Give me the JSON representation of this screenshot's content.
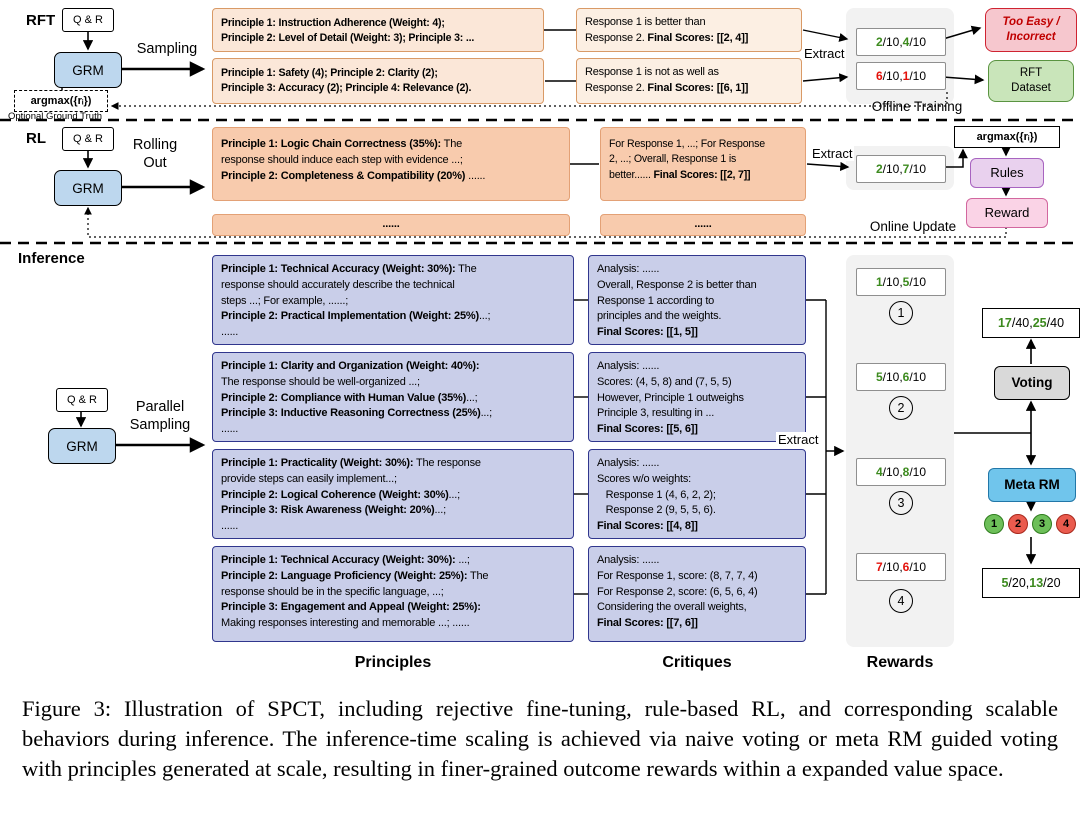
{
  "colors": {
    "green": "#3c8a1e",
    "red": "#e3120b"
  },
  "rft": {
    "label": "RFT",
    "qr_label": "Q & R",
    "grm_label": "GRM",
    "argmax_label": "argmax({rᵢ})",
    "optional_ground_truth": "Optional Ground Truth",
    "sampling_label": "Sampling",
    "extract_label": "Extract",
    "offline_training_label": "Offline Training",
    "principles": [
      {
        "segments": [
          {
            "t": "Principle 1: Instruction Adherence (Weight: 4);\nPrinciple 2: Level of Detail (Weight: 3); Principle 3: ...",
            "b": true
          }
        ]
      },
      {
        "segments": [
          {
            "t": "Principle 1: Safety (4); Principle 2: Clarity (2);\nPrinciple 3: Accuracy (2); Principle 4: Relevance (2).",
            "b": true
          }
        ]
      }
    ],
    "critiques": [
      {
        "segments": [
          {
            "t": "Response 1 is better than\nResponse 2. "
          },
          {
            "t": "Final Scores: [[2, 4]]",
            "b": true
          }
        ]
      },
      {
        "segments": [
          {
            "t": "Response 1 is not as well as\nResponse 2. "
          },
          {
            "t": "Final Scores: [[6, 1]]",
            "b": true
          }
        ]
      }
    ],
    "scores": [
      {
        "segments": [
          {
            "t": "2",
            "b": true,
            "c": "green"
          },
          {
            "t": "/10, "
          },
          {
            "t": "4",
            "b": true,
            "c": "green"
          },
          {
            "t": "/10"
          }
        ]
      },
      {
        "segments": [
          {
            "t": "6",
            "b": true,
            "c": "red"
          },
          {
            "t": "/10, "
          },
          {
            "t": "1",
            "b": true,
            "c": "red"
          },
          {
            "t": "/10"
          }
        ]
      }
    ],
    "too_easy_label": "Too Easy /\nIncorrect",
    "rft_dataset_label": "RFT\nDataset"
  },
  "rl": {
    "label": "RL",
    "qr_label": "Q & R",
    "grm_label": "GRM",
    "rolling_out_label": "Rolling\nOut",
    "extract_label": "Extract",
    "online_update_label": "Online Update",
    "argmax_label": "argmax({rᵢ})",
    "rules_label": "Rules",
    "reward_label": "Reward",
    "dots": "......",
    "principle": {
      "segments": [
        {
          "t": "Principle 1: Logic Chain Correctness (35%):",
          "b": true
        },
        {
          "t": " The\nresponse should induce each step with evidence ...;\n"
        },
        {
          "t": "Principle 2: Completeness & Compatibility (20%)",
          "b": true
        },
        {
          "t": " ......"
        }
      ]
    },
    "critique": {
      "segments": [
        {
          "t": "For Response 1, ...; For Response\n2, ...; Overall, Response 1 is\nbetter...... "
        },
        {
          "t": "Final Scores: [[2, 7]]",
          "b": true
        }
      ]
    },
    "score": {
      "segments": [
        {
          "t": "2",
          "b": true,
          "c": "green"
        },
        {
          "t": "/10, "
        },
        {
          "t": "7",
          "b": true,
          "c": "green"
        },
        {
          "t": "/10"
        }
      ]
    }
  },
  "inference": {
    "label": "Inference",
    "qr_label": "Q & R",
    "grm_label": "GRM",
    "parallel_sampling_label": "Parallel\nSampling",
    "extract_label": "Extract",
    "principles_title": "Principles",
    "critiques_title": "Critiques",
    "rewards_title": "Rewards",
    "principles": [
      {
        "segments": [
          {
            "t": "Principle 1: Technical Accuracy (Weight: 30%):",
            "b": true
          },
          {
            "t": " The\nresponse should accurately describe the technical\nsteps ...; For example, ......;\n"
          },
          {
            "t": "Principle 2: Practical Implementation (Weight: 25%)",
            "b": true
          },
          {
            "t": "...;\n......"
          }
        ]
      },
      {
        "segments": [
          {
            "t": "Principle 1: Clarity and Organization (Weight: 40%):",
            "b": true
          },
          {
            "t": "\nThe response should be well-organized ...;\n"
          },
          {
            "t": "Principle 2: Compliance with Human Value (35%)",
            "b": true
          },
          {
            "t": "...;\n"
          },
          {
            "t": "Principle 3: Inductive Reasoning Correctness (25%)",
            "b": true
          },
          {
            "t": "...;\n......"
          }
        ]
      },
      {
        "segments": [
          {
            "t": "Principle 1: Practicality (Weight: 30%):",
            "b": true
          },
          {
            "t": " The response\nprovide steps can easily implement...;\n"
          },
          {
            "t": "Principle 2: Logical Coherence (Weight: 30%)",
            "b": true
          },
          {
            "t": "...;\n"
          },
          {
            "t": "Principle 3: Risk Awareness (Weight: 20%)",
            "b": true
          },
          {
            "t": "...;\n......"
          }
        ]
      },
      {
        "segments": [
          {
            "t": "Principle 1: Technical Accuracy (Weight: 30%):",
            "b": true
          },
          {
            "t": " ...;\n"
          },
          {
            "t": "Principle 2: Language Proficiency (Weight: 25%):",
            "b": true
          },
          {
            "t": " The\nresponse should be in the specific language, ...;\n"
          },
          {
            "t": "Principle 3: Engagement and Appeal (Weight: 25%):",
            "b": true
          },
          {
            "t": "\nMaking responses interesting and memorable ...; ......"
          }
        ]
      }
    ],
    "critiques": [
      {
        "segments": [
          {
            "t": "Analysis: ......\nOverall, Response 2 is better than\nResponse 1 according to\nprinciples and the weights.\n"
          },
          {
            "t": "Final Scores: [[1, 5]]",
            "b": true
          }
        ]
      },
      {
        "segments": [
          {
            "t": "Analysis: ......\nScores: (4, 5, 8) and (7, 5, 5)\nHowever, Principle 1 outweighs\nPrinciple 3, resulting in ...\n"
          },
          {
            "t": "Final Scores: [[5, 6]]",
            "b": true
          }
        ]
      },
      {
        "segments": [
          {
            "t": "Analysis: ......\nScores w/o weights:\n   Response 1 (4, 6, 2, 2);\n   Response 2 (9, 5, 5, 6).\n"
          },
          {
            "t": "Final Scores: [[4, 8]]",
            "b": true
          }
        ]
      },
      {
        "segments": [
          {
            "t": "Analysis: ......\nFor Response 1, score: (8, 7, 7, 4)\nFor Response 2, score: (6, 5, 6, 4)\nConsidering the overall weights,\n"
          },
          {
            "t": "Final Scores: [[7, 6]]",
            "b": true
          }
        ]
      }
    ],
    "rewards": [
      {
        "index": "1",
        "score_segments": [
          {
            "t": "1",
            "b": true,
            "c": "green"
          },
          {
            "t": "/10, "
          },
          {
            "t": "5",
            "b": true,
            "c": "green"
          },
          {
            "t": "/10"
          }
        ]
      },
      {
        "index": "2",
        "score_segments": [
          {
            "t": "5",
            "b": true,
            "c": "green"
          },
          {
            "t": "/10, "
          },
          {
            "t": "6",
            "b": true,
            "c": "green"
          },
          {
            "t": "/10"
          }
        ]
      },
      {
        "index": "3",
        "score_segments": [
          {
            "t": "4",
            "b": true,
            "c": "green"
          },
          {
            "t": "/10, "
          },
          {
            "t": "8",
            "b": true,
            "c": "green"
          },
          {
            "t": "/10"
          }
        ]
      },
      {
        "index": "4",
        "score_segments": [
          {
            "t": "7",
            "b": true,
            "c": "red"
          },
          {
            "t": "/10, "
          },
          {
            "t": "6",
            "b": true,
            "c": "red"
          },
          {
            "t": "/10"
          }
        ]
      }
    ],
    "voting_label": "Voting",
    "meta_rm_label": "Meta RM",
    "voting_total_segments": [
      {
        "t": "17",
        "b": true,
        "c": "green"
      },
      {
        "t": "/40, "
      },
      {
        "t": "25",
        "b": true,
        "c": "green"
      },
      {
        "t": "/40"
      }
    ],
    "meta_total_segments": [
      {
        "t": "5",
        "b": true,
        "c": "green"
      },
      {
        "t": "/20, "
      },
      {
        "t": "13",
        "b": true,
        "c": "green"
      },
      {
        "t": "/20"
      }
    ],
    "meta_circles": [
      {
        "n": "1",
        "fill": "#6dbf59",
        "border": "#2f7d1e"
      },
      {
        "n": "2",
        "fill": "#ea5b4e",
        "border": "#a8291d"
      },
      {
        "n": "3",
        "fill": "#6dbf59",
        "border": "#2f7d1e"
      },
      {
        "n": "4",
        "fill": "#ea5b4e",
        "border": "#a8291d"
      }
    ]
  },
  "caption": {
    "text": "Figure 3: Illustration of SPCT, including rejective fine-tuning, rule-based RL, and corresponding scalable behaviors during inference. The inference-time scaling is achieved via naive voting or meta RM guided voting with principles generated at scale, resulting in finer-grained outcome rewards within a expanded value space."
  }
}
